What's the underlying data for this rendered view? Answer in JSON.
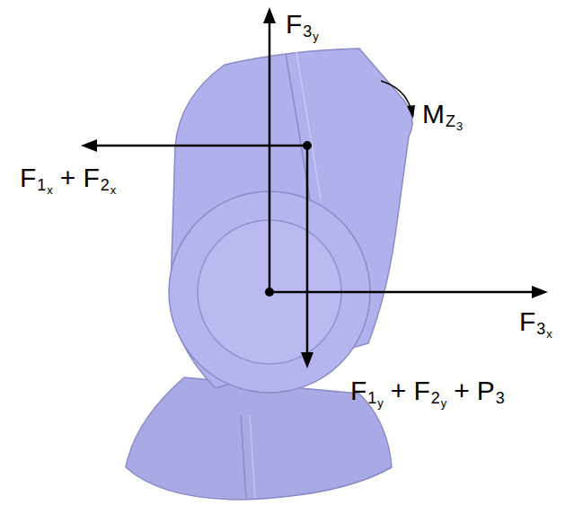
{
  "diagram": {
    "labels": [
      "F",
      "3",
      "y",
      "M",
      "Z",
      "3",
      "F",
      "1",
      "x",
      "+",
      "F",
      "2",
      "x",
      "F",
      "3",
      "x",
      "F",
      "1",
      "y",
      "+",
      "F",
      "2",
      "y",
      "+",
      "P",
      "3"
    ]
  }
}
